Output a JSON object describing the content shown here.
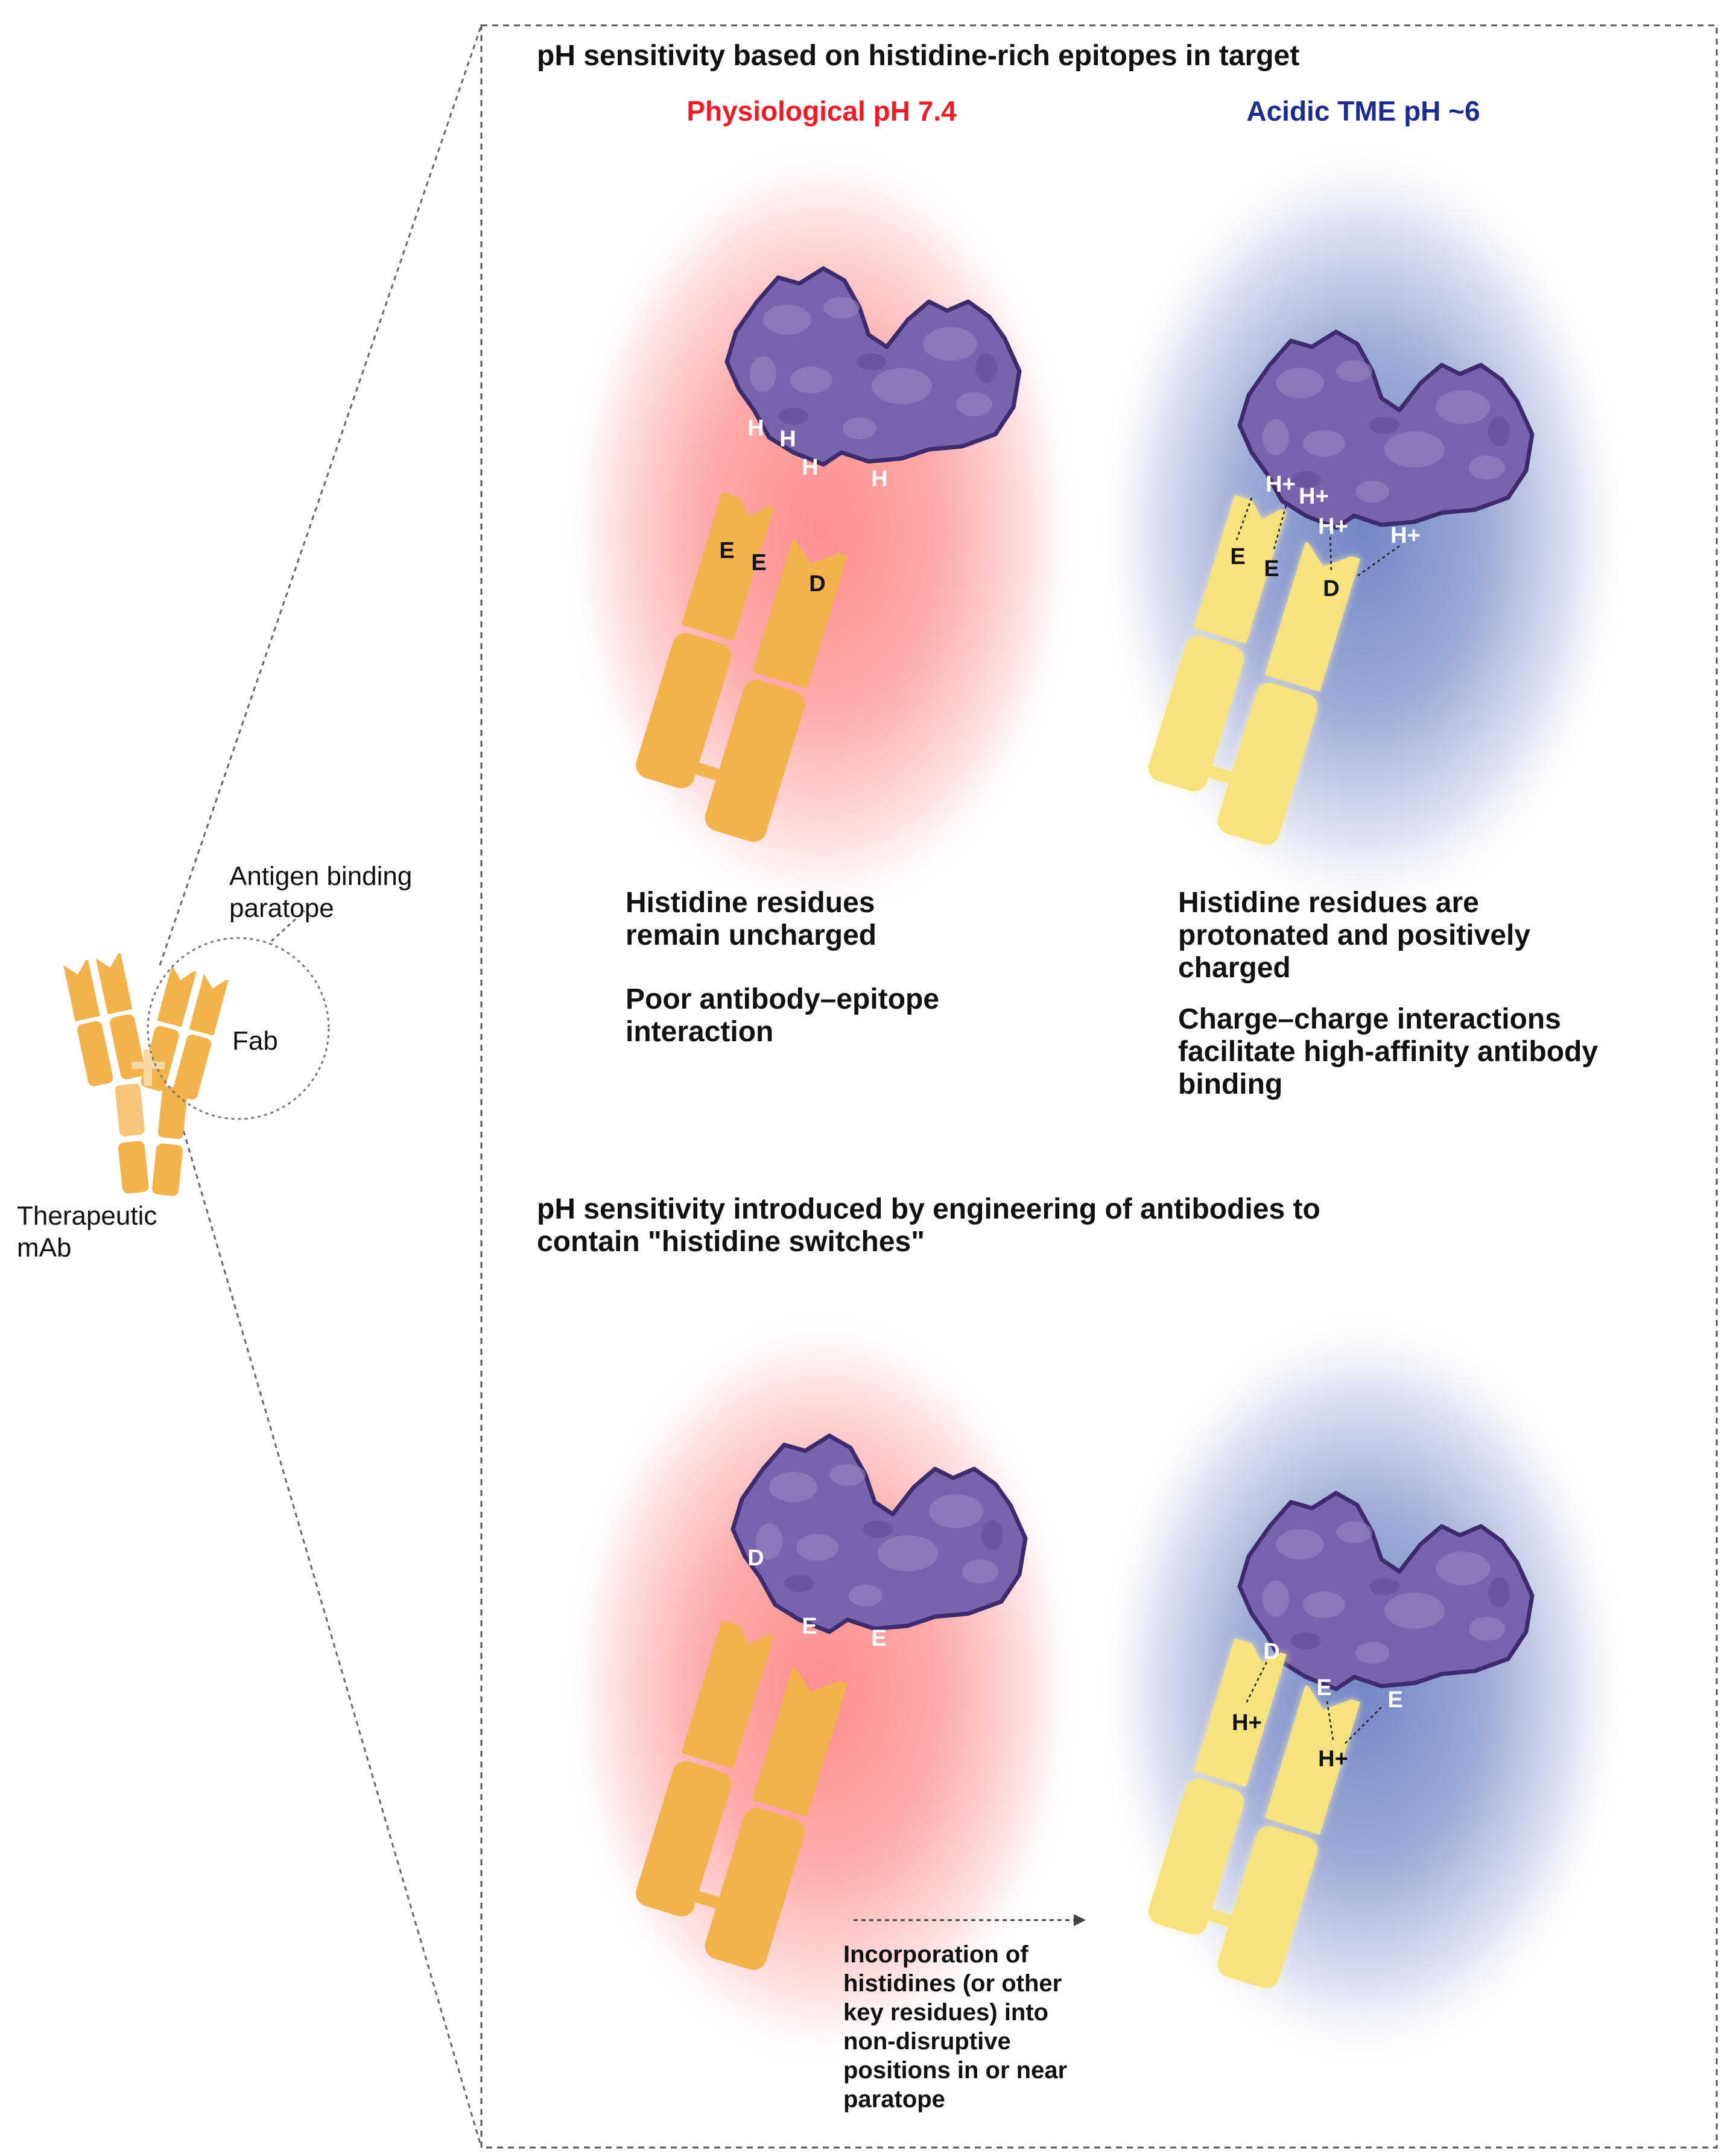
{
  "left_panel": {
    "mab_label_line1": "Therapeutic",
    "mab_label_line2": "mAb",
    "paratope_label_line1": "Antigen binding",
    "paratope_label_line2": "paratope",
    "fab_label": "Fab"
  },
  "section1": {
    "heading": "pH sensitivity based on histidine-rich epitopes in target",
    "ph_left_label": "Physiological pH 7.4",
    "ph_right_label": "Acidic TME pH ~6",
    "left_antigen_residues": [
      "H",
      "H",
      "H",
      "H"
    ],
    "left_antibody_residues": [
      "E",
      "E",
      "D"
    ],
    "right_antigen_residues": [
      "H+",
      "H+",
      "H+",
      "H+"
    ],
    "right_antibody_residues": [
      "E",
      "E",
      "D"
    ],
    "left_text1_line1": "Histidine residues",
    "left_text1_line2": "remain uncharged",
    "left_text2_line1": "Poor antibody–epitope",
    "left_text2_line2": "interaction",
    "right_text1_line1": "Histidine residues are",
    "right_text1_line2": "protonated and positively",
    "right_text1_line3": "charged",
    "right_text2_line1": "Charge–charge interactions",
    "right_text2_line2": "facilitate high-affinity antibody",
    "right_text2_line3": "binding"
  },
  "section2": {
    "heading_line1": "pH sensitivity introduced by engineering of antibodies to",
    "heading_line2": "contain \"histidine switches\"",
    "left_antigen_residues": [
      "D",
      "E",
      "E"
    ],
    "right_antigen_residues": [
      "D",
      "E",
      "E"
    ],
    "right_antibody_residues": [
      "H+",
      "H+"
    ],
    "note_line1": "Incorporation of",
    "note_line2": "histidines (or other",
    "note_line3": "key residues) into",
    "note_line4": "non-disruptive",
    "note_line5": "positions in or near",
    "note_line6": "paratope"
  },
  "colors": {
    "physiological_red": "#ee1c24",
    "acidic_blue": "#1a2d8f",
    "antigen_purple": "#7a63ad",
    "antigen_outline": "#3d2b6e",
    "antibody_orange": "#f2b24e",
    "antibody_yellow": "#f7e27f",
    "text_dark": "#111111"
  }
}
